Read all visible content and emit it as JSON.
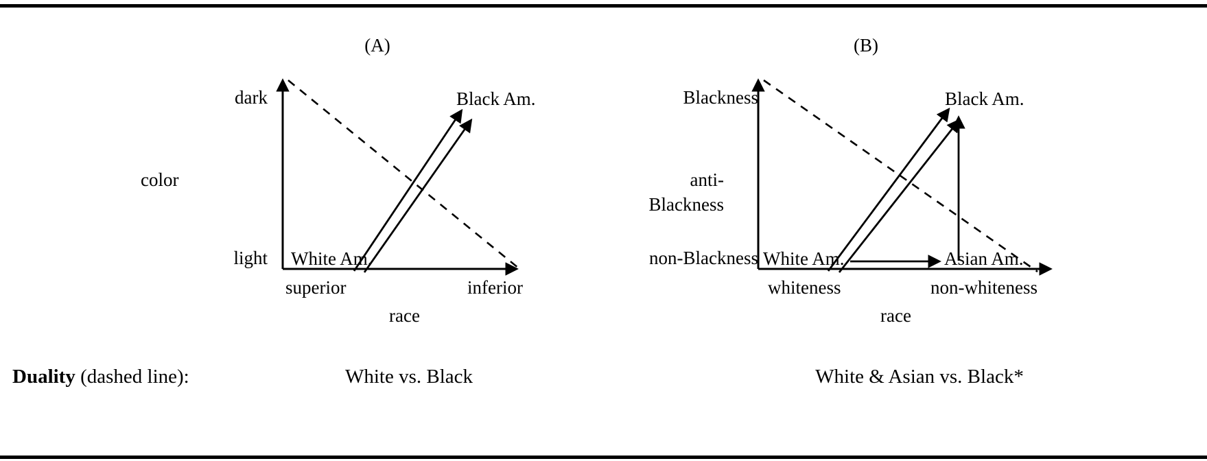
{
  "figure": {
    "panels": [
      {
        "id": "A",
        "caption": "(A)",
        "y_axis": {
          "title": "color",
          "top_label": "dark",
          "bottom_label": "light"
        },
        "x_axis": {
          "title": "race",
          "left_label": "superior",
          "right_label": "inferior"
        },
        "nodes": [
          {
            "name": "origin-node",
            "label": "White Am."
          },
          {
            "name": "upper-right-node",
            "label": "Black Am."
          }
        ],
        "duality": "White vs. Black"
      },
      {
        "id": "B",
        "caption": "(B)",
        "y_axis": {
          "title": "anti-Blackness",
          "title_line1": "anti-",
          "title_line2": "Blackness",
          "top_label": "Blackness",
          "bottom_label": "non-Blackness"
        },
        "x_axis": {
          "title": "race",
          "left_label": "whiteness",
          "right_label": "non-whiteness"
        },
        "nodes": [
          {
            "name": "origin-node",
            "label": "White Am."
          },
          {
            "name": "upper-right-node",
            "label": "Black Am."
          },
          {
            "name": "lower-right-node",
            "label": "Asian Am."
          }
        ],
        "duality": "White & Asian vs. Black*"
      }
    ],
    "duality_legend": {
      "bold_part": "Duality",
      "rest_part": " (dashed line):"
    },
    "colors": {
      "ink": "#000000",
      "background": "#ffffff"
    }
  }
}
